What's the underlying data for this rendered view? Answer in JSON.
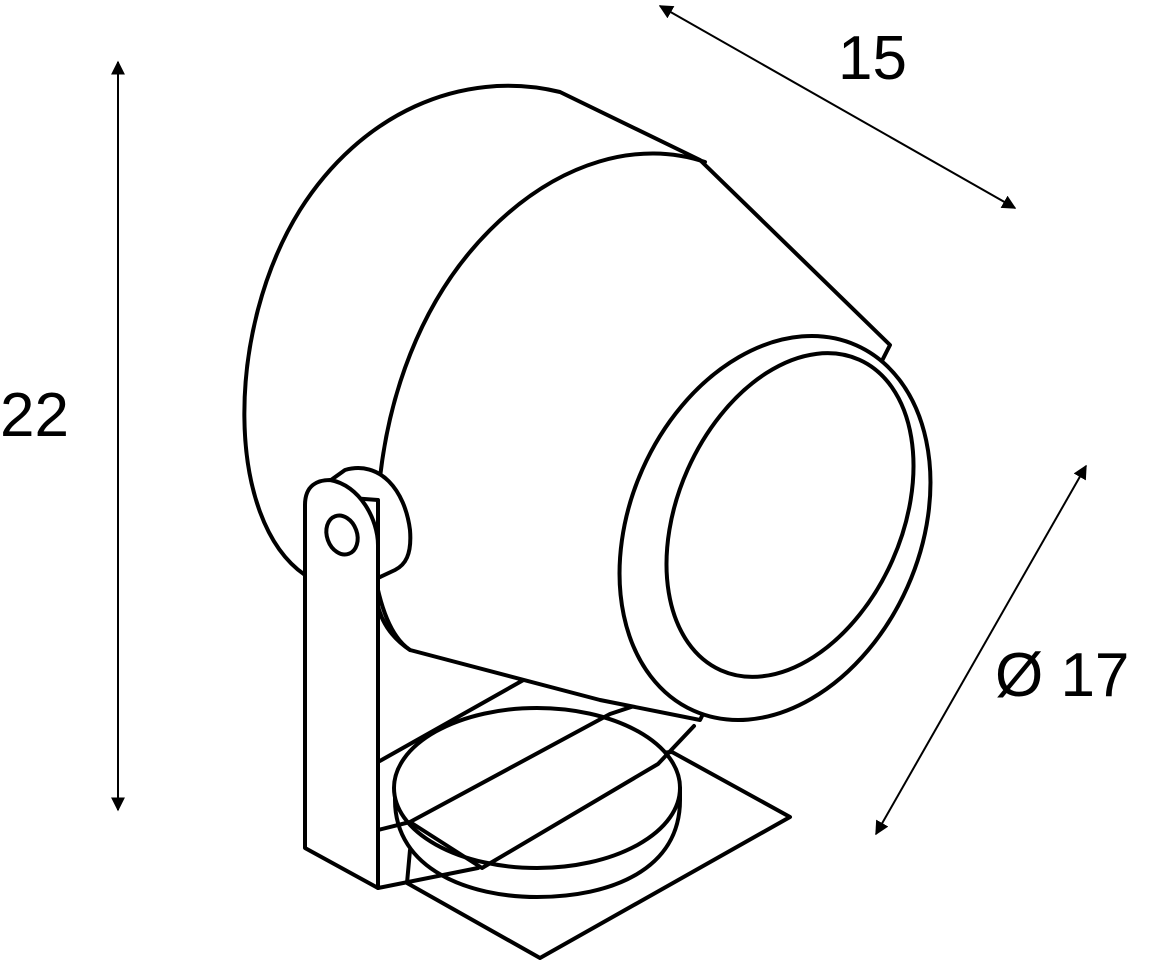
{
  "dimensions": {
    "depth": "15",
    "height": "22",
    "diameter": "Ø 17"
  },
  "colors": {
    "line": "#000000",
    "background": "#ffffff"
  }
}
